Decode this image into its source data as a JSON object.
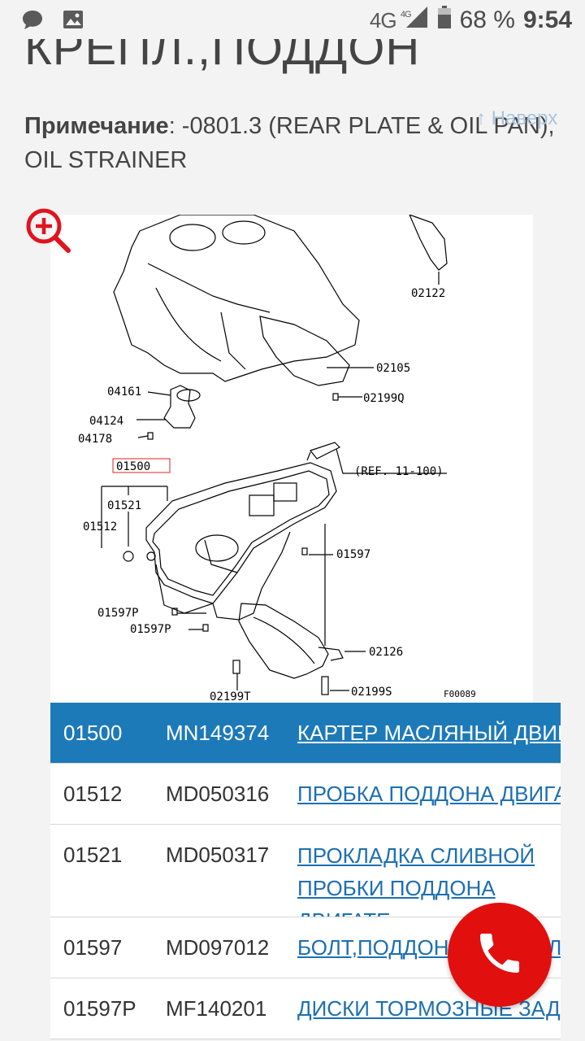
{
  "status_bar": {
    "network": "4G",
    "network_sup": "4G",
    "battery": "68 %",
    "time": "9:54"
  },
  "page": {
    "title": "КРЕПЛ.,ПОДДОН",
    "note_label": "Примечание",
    "note_text": ": -0801.3 (REAR PLATE & OIL PAN), OIL STRAINER",
    "back_to_top": "↑ Наверх"
  },
  "diagram": {
    "labels": [
      "02122",
      "02105",
      "02199Q",
      "04161",
      "04124",
      "04178",
      "01500",
      "(REF. 11-100)",
      "01521",
      "01512",
      "01597",
      "01597P",
      "01597P",
      "02126",
      "02199T",
      "02199S",
      "F00089"
    ]
  },
  "parts_table": {
    "rows": [
      {
        "ref": "01500",
        "part": "MN149374",
        "name": "КАРТЕР МАСЛЯНЫЙ ДВИГАТЕЛЯ"
      },
      {
        "ref": "01512",
        "part": "MD050316",
        "name": "ПРОБКА ПОДДОНА ДВИГАТЕЛЯ"
      },
      {
        "ref": "01521",
        "part": "MD050317",
        "name": "ПРОКЛАДКА СЛИВНОЙ ПРОБКИ ПОДДОНА ДВИГАТЕ"
      },
      {
        "ref": "01597",
        "part": "MD097012",
        "name": "БОЛТ,ПОДДОН ДВИГАТЕЛЯ"
      },
      {
        "ref": "01597P",
        "part": "MF140201",
        "name": "ДИСКИ ТОРМОЗНЫЕ ЗАДНИЕ"
      }
    ]
  },
  "colors": {
    "header_blue": "#1d7ab9",
    "link_blue": "#1d6fb0",
    "call_red": "#e20f0f",
    "zoom_red": "#e0141e"
  },
  "icons": [
    "chat-icon",
    "image-icon",
    "signal-icon",
    "battery-icon",
    "zoom-in-icon",
    "phone-icon"
  ]
}
